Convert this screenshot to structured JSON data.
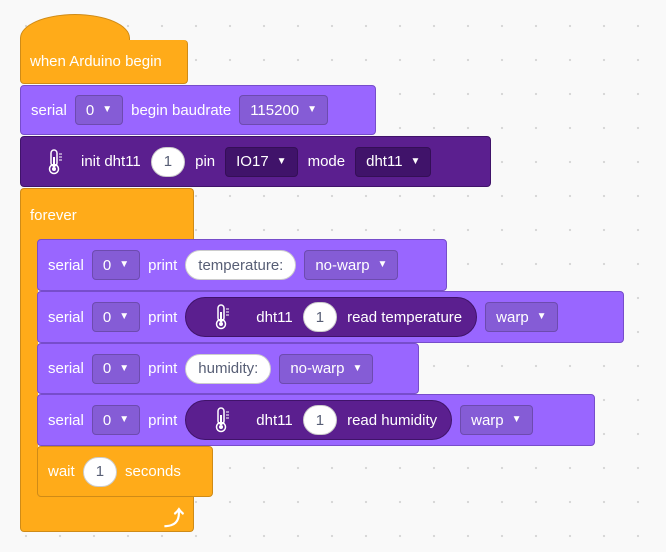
{
  "hat": {
    "label": "when Arduino begin"
  },
  "serial_begin": {
    "serial_label": "serial",
    "port": "0",
    "begin_label": "begin baudrate",
    "baudrate": "115200"
  },
  "init_dht": {
    "init_label": "init dht11",
    "index": "1",
    "pin_label": "pin",
    "pin": "IO17",
    "mode_label": "mode",
    "mode": "dht11"
  },
  "forever": {
    "label": "forever"
  },
  "prints": [
    {
      "serial_label": "serial",
      "port": "0",
      "print_label": "print",
      "text": "temperature:",
      "warp": "no-warp"
    },
    {
      "serial_label": "serial",
      "port": "0",
      "print_label": "print",
      "sensor": "dht11",
      "index": "1",
      "reading": "read temperature",
      "warp": "warp"
    },
    {
      "serial_label": "serial",
      "port": "0",
      "print_label": "print",
      "text": "humidity:",
      "warp": "no-warp"
    },
    {
      "serial_label": "serial",
      "port": "0",
      "print_label": "print",
      "sensor": "dht11",
      "index": "1",
      "reading": "read humidity",
      "warp": "warp"
    }
  ],
  "wait": {
    "label": "wait",
    "value": "1",
    "unit": "seconds"
  },
  "icons": {
    "thermometer": "thermometer-icon",
    "dropdown": "caret-down-icon",
    "loop": "loop-arrow-icon"
  },
  "colors": {
    "event": "#ffab19",
    "serial": "#9966ff",
    "dht": "#5b1f8f",
    "background": "#f9f9f9"
  }
}
